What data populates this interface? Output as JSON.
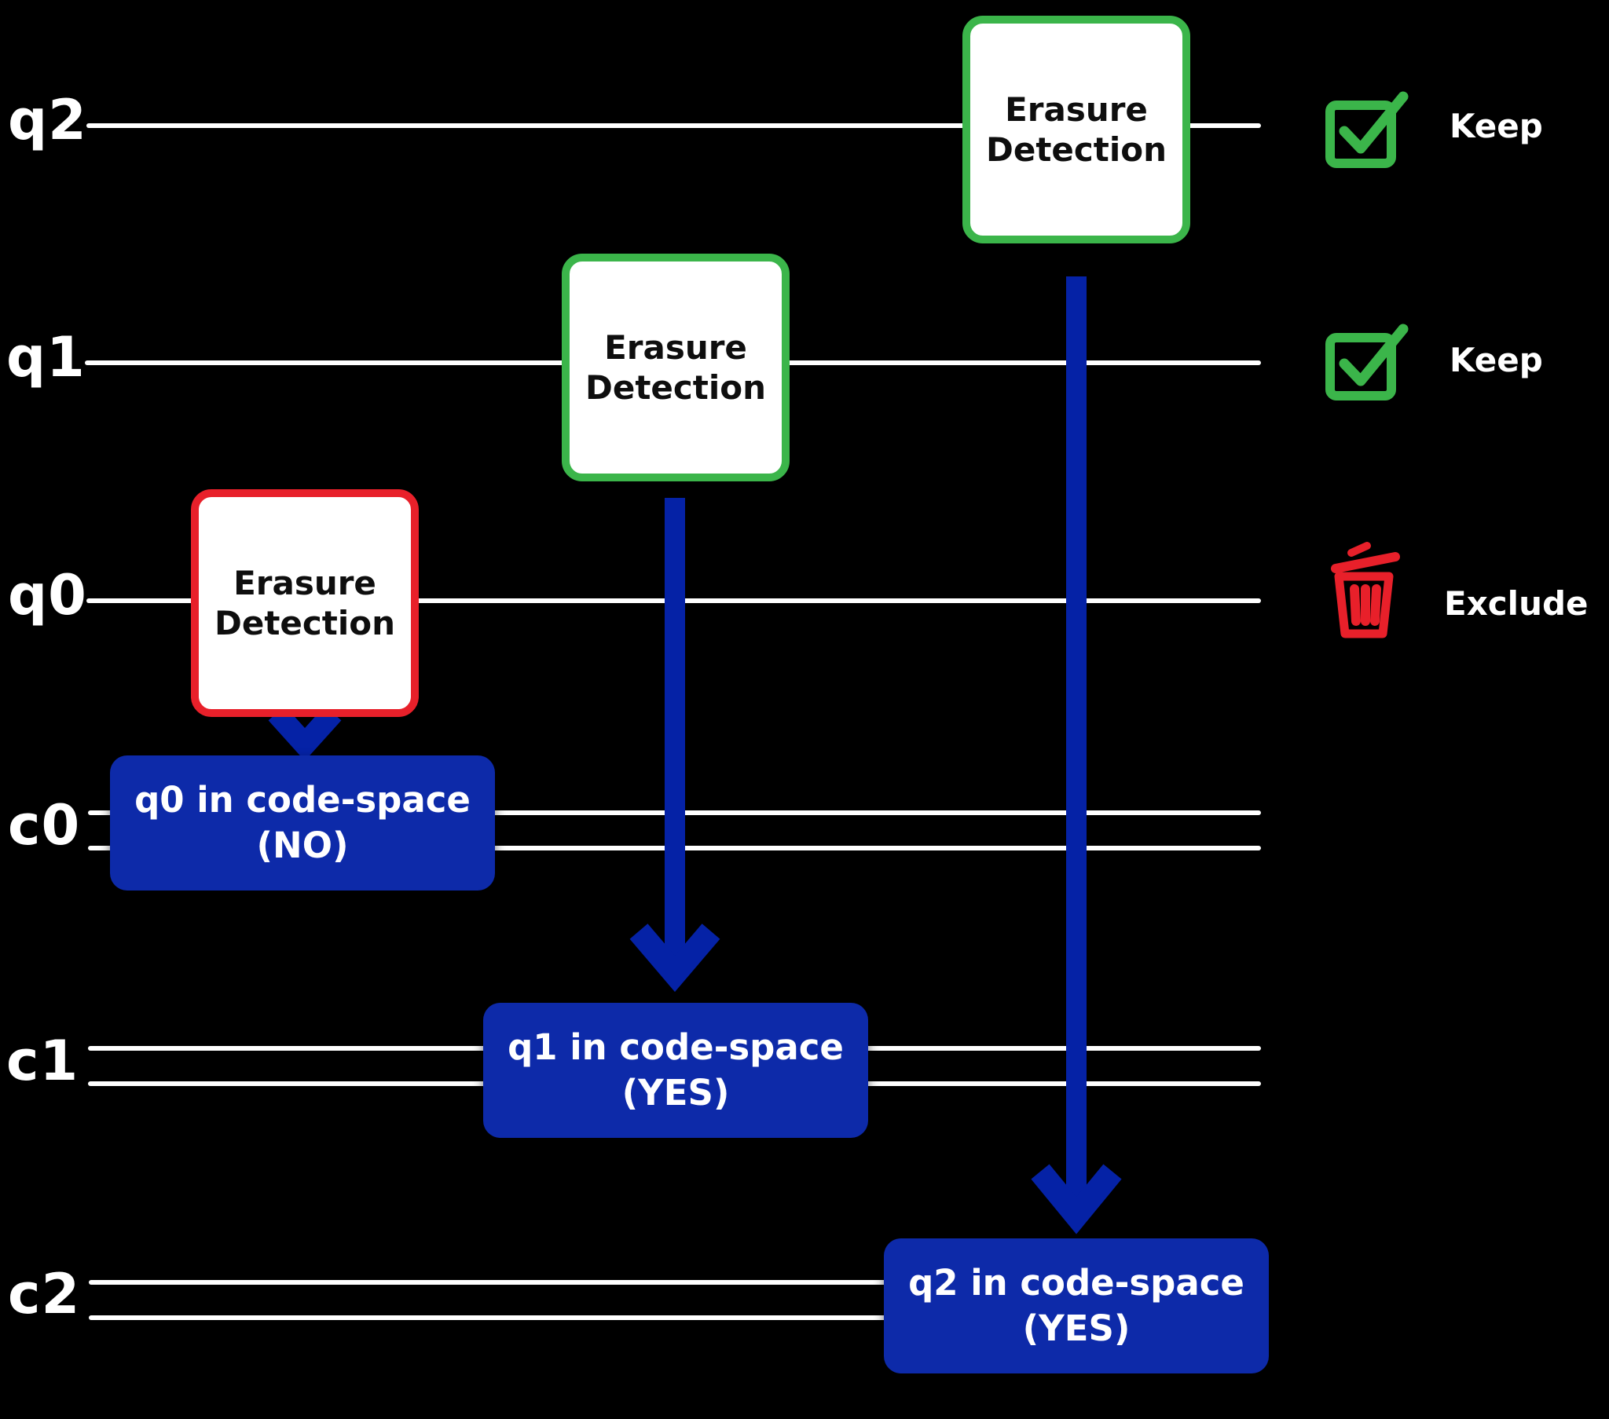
{
  "wires": {
    "quantum": [
      {
        "label": "q2"
      },
      {
        "label": "q1"
      },
      {
        "label": "q0"
      }
    ],
    "classical": [
      {
        "label": "c0"
      },
      {
        "label": "c1"
      },
      {
        "label": "c2"
      }
    ]
  },
  "gates": [
    {
      "wire": "q2",
      "line1": "Erasure",
      "line2": "Detection",
      "border": "green"
    },
    {
      "wire": "q1",
      "line1": "Erasure",
      "line2": "Detection",
      "border": "green"
    },
    {
      "wire": "q0",
      "line1": "Erasure",
      "line2": "Detection",
      "border": "red"
    }
  ],
  "results": [
    {
      "register": "c0",
      "line1": "q0 in code-space",
      "line2": "(NO)"
    },
    {
      "register": "c1",
      "line1": "q1 in code-space",
      "line2": "(YES)"
    },
    {
      "register": "c2",
      "line1": "q2 in code-space",
      "line2": "(YES)"
    }
  ],
  "legend": [
    {
      "icon": "checkbox-checked-icon",
      "label": "Keep"
    },
    {
      "icon": "checkbox-checked-icon",
      "label": "Keep"
    },
    {
      "icon": "trash-icon",
      "label": "Exclude"
    }
  ],
  "colors": {
    "keep_green": "#3bb54a",
    "exclude_red": "#e8202a",
    "result_blue": "#0d2aa9",
    "arrow_blue": "#0522a6",
    "wire_white": "#ffffff",
    "gate_text": "#0e0e0e",
    "background": "#000000"
  }
}
